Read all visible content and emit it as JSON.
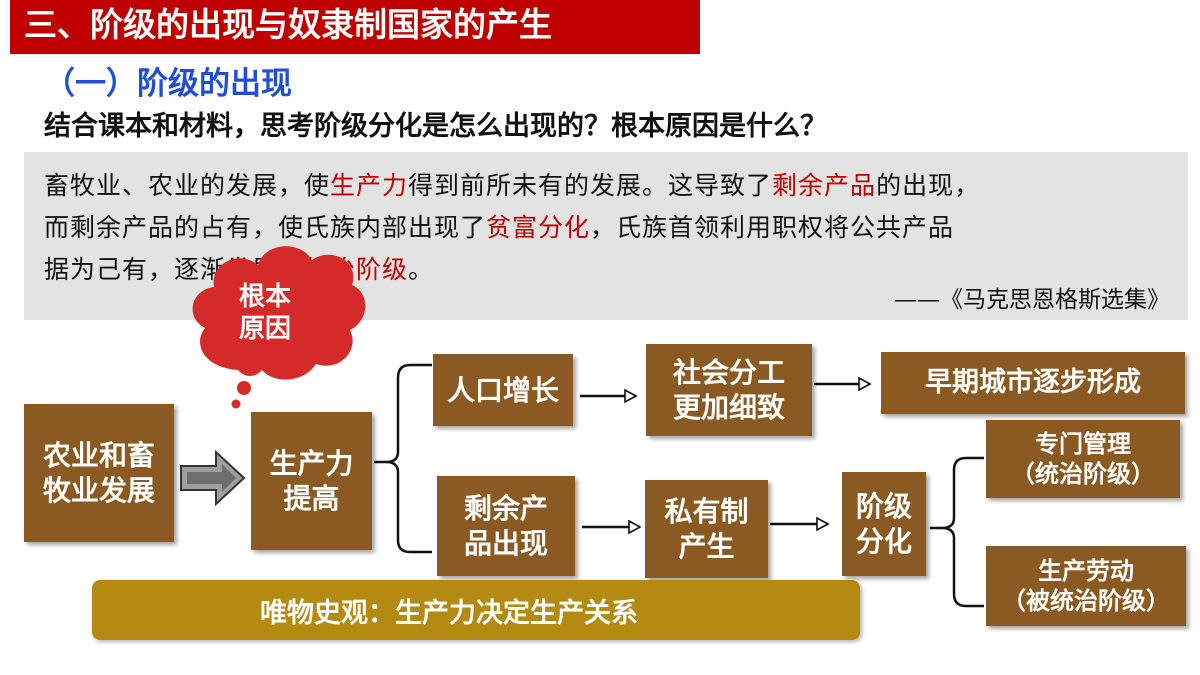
{
  "header": {
    "title": "三、阶级的出现与奴隶制国家的产生",
    "subtitle": "（一）阶级的出现",
    "question": "结合课本和材料，思考阶级分化是怎么出现的？根本原因是什么？"
  },
  "quote": {
    "line1_a": "畜牧业、农业的发展，使",
    "line1_hl1": "生产力",
    "line1_b": "得到前所未有的发展。这导致了",
    "line1_hl2": "剩余产品",
    "line1_c": "的出现，",
    "line2_a": "而剩余产品的占有，使氏族内部出现了",
    "line2_hl": "贫富分化",
    "line2_b": "，氏族首领利用职权将公共产品",
    "line3_a": "据为己有，逐渐发展为",
    "line3_hl": "统治阶级",
    "line3_b": "。",
    "source": "——《马克思恩格斯选集》",
    "highlight_color": "#c00000"
  },
  "diagram": {
    "cloud": "根本\n原因",
    "agri": "农业和畜\n牧业发展",
    "productivity": "生产力\n提高",
    "population": "人口增长",
    "division": "社会分工\n更加细致",
    "city": "早期城市逐步形成",
    "surplus": "剩余产\n品出现",
    "private": "私有制\n产生",
    "classdiv": "阶级\n分化",
    "manage": "专门管理\n（统治阶级）",
    "labor": "生产劳动\n（被统治阶级）",
    "box_color": "#8a5a22",
    "cloud_color": "#d42a2a"
  },
  "conclusion": {
    "text": "唯物史观：生产力决定生产关系",
    "color": "#b48a12"
  }
}
